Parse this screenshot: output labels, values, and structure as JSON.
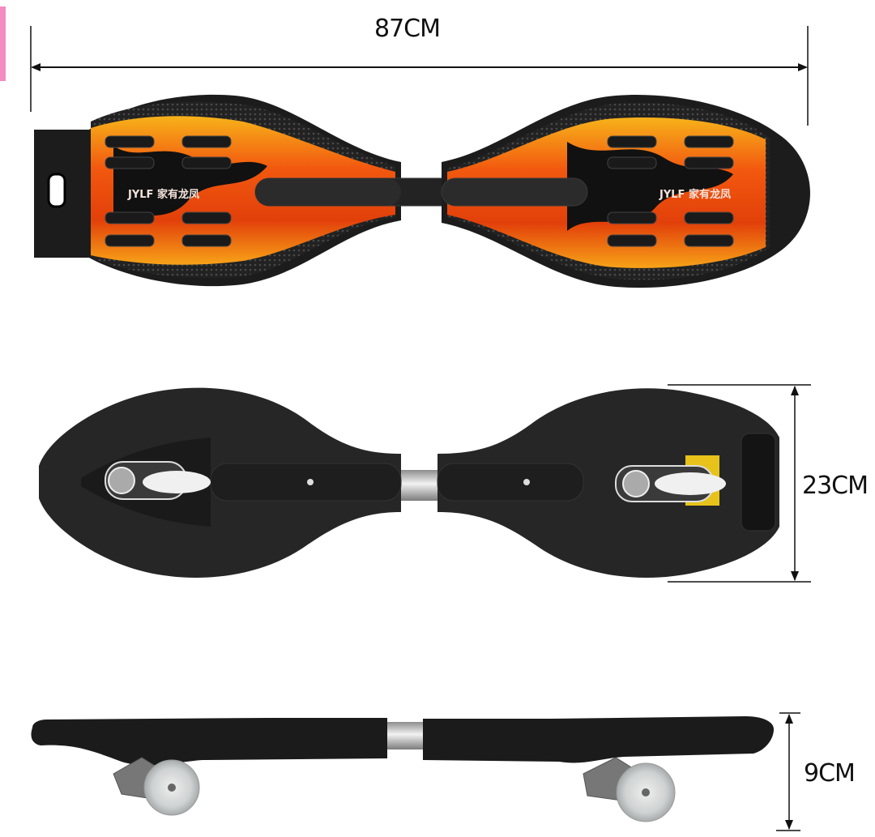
{
  "image": {
    "subject": "dual-wheel waveboard (caster board) with dimensions",
    "views": [
      {
        "name": "top-view",
        "description": "deck top with flame graphic and grip pads"
      },
      {
        "name": "bottom-view",
        "description": "underside with caster wheels"
      },
      {
        "name": "side-view",
        "description": "side profile showing wheels"
      }
    ]
  },
  "dimensions": {
    "length": "87CM",
    "width": "23CM",
    "height": "9CM"
  },
  "branding": {
    "left_deck": "JYLF 家有龙凤",
    "right_deck": "JYLF 家有龙凤"
  },
  "colors": {
    "deck_black": "#1a1a1a",
    "flame_orange": "#f2580f",
    "flame_yellow": "#f7b21a",
    "tube_silver": "#c9c9c9",
    "wheel_clear": "#d8dada",
    "bracket_yellow": "#e7c21b",
    "accent_pink": "#f48cc0",
    "dimension_line": "#111111"
  }
}
